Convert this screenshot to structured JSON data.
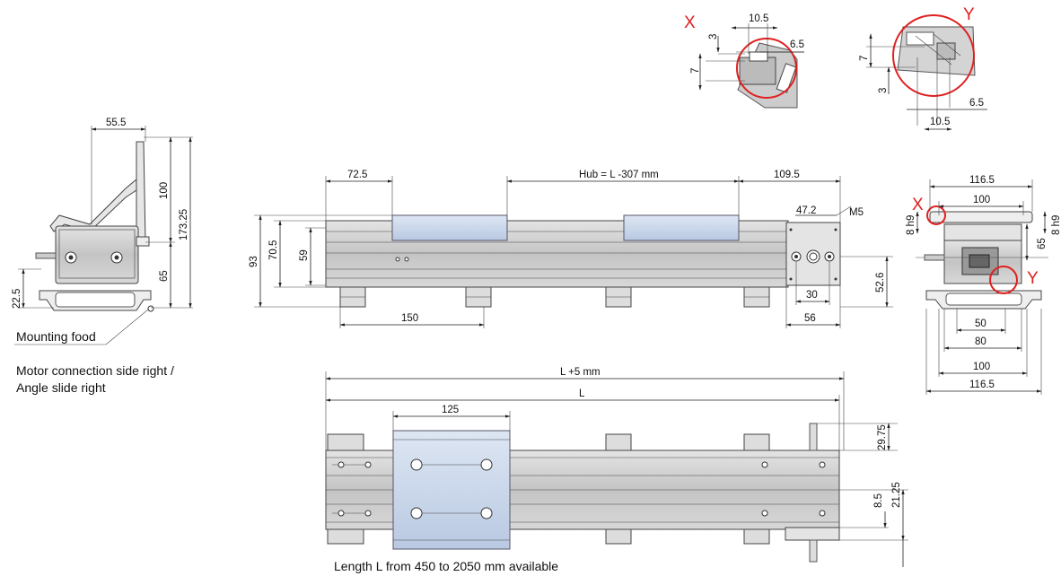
{
  "detail_x": {
    "marker": "X",
    "d_10_5": "10.5",
    "d_3": "3",
    "d_6_5": "6.5",
    "d_7": "7"
  },
  "detail_y": {
    "marker": "Y",
    "d_7": "7",
    "d_3": "3",
    "d_6_5": "6.5",
    "d_10_5": "10.5"
  },
  "side_view": {
    "d_55_5": "55.5",
    "d_100": "100",
    "d_173_25": "173.25",
    "d_65": "65",
    "d_22_5": "22.5",
    "mounting_label": "Mounting food",
    "caption_line1": "Motor connection side right /",
    "caption_line2": "Angle slide right"
  },
  "front_view": {
    "d_72_5": "72.5",
    "hub": "Hub = L -307 mm",
    "d_109_5": "109.5",
    "d_47_2": "47.2",
    "m5": "M5",
    "d_93": "93",
    "d_70_5": "70.5",
    "d_59": "59",
    "d_150": "150",
    "d_30": "30",
    "d_52_6": "52.6",
    "d_56": "56"
  },
  "end_view": {
    "d_116_5_top": "116.5",
    "d_100_top": "100",
    "h9_left": "8 h9",
    "h9_right": "8 h9",
    "d_65": "65",
    "marker_x": "X",
    "marker_y": "Y",
    "d_50": "50",
    "d_80": "80",
    "d_100_bottom": "100",
    "d_116_5_bottom": "116.5"
  },
  "top_view": {
    "l_plus": "L +5 mm",
    "l": "L",
    "d_125": "125",
    "d_29_75": "29.75",
    "d_8_5": "8.5",
    "d_21_25": "21.25",
    "caption": "Length L from 450 to 2050 mm available"
  }
}
